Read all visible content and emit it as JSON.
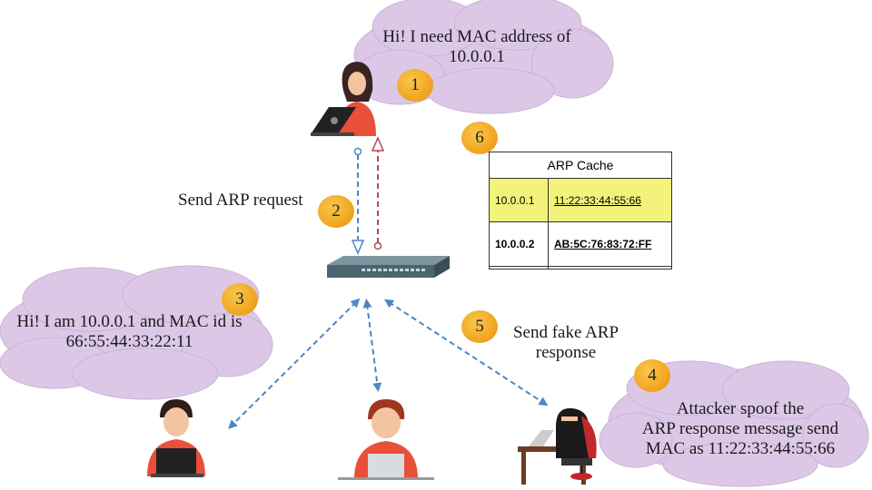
{
  "bubbles": {
    "top": "Hi! I need MAC address of\n10.0.0.1",
    "left": "Hi! I am 10.0.0.1 and MAC id is\n66:55:44:33:22:11",
    "right": "Attacker spoof the\nARP response message send\nMAC as 11:22:33:44:55:66"
  },
  "labels": {
    "send_request": "Send ARP request",
    "send_fake": "Send fake ARP\nresponse"
  },
  "steps": [
    "1",
    "2",
    "3",
    "4",
    "5",
    "6"
  ],
  "arp_cache": {
    "title": "ARP Cache",
    "rows": [
      {
        "ip": "10.0.0.1",
        "mac": "11:22:33:44:55:66"
      },
      {
        "ip": "10.0.0.2",
        "mac": "AB:5C:76:83:72:FF"
      },
      {
        "ip": "",
        "mac": ""
      }
    ]
  },
  "colors": {
    "bubble": "#dcc8e6",
    "arrow_blue": "#4a86c8",
    "arrow_red": "#b04a55",
    "highlight": "#f3f27a",
    "badge": "#f0a21e",
    "switch": "#4c6470"
  }
}
